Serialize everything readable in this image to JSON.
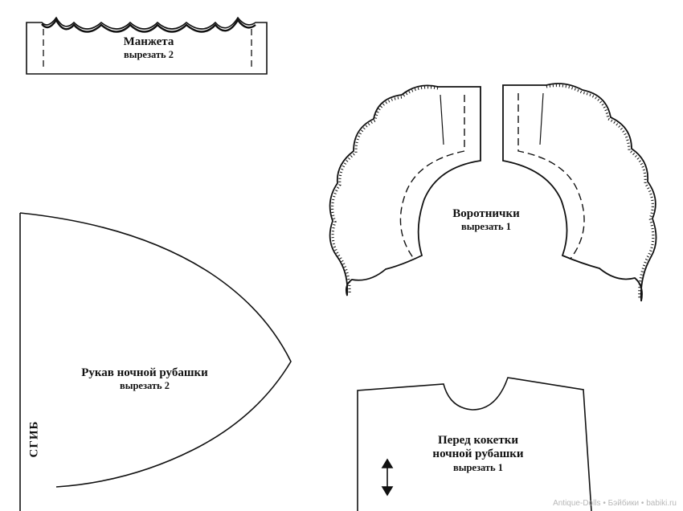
{
  "cuff": {
    "title": "Манжета",
    "cut": "вырезать 2"
  },
  "collar": {
    "title": "Воротнички",
    "cut": "вырезать 1"
  },
  "sleeve": {
    "title": "Рукав ночной рубашки",
    "cut": "вырезать 2"
  },
  "yoke": {
    "title_line1": "Перед кокетки",
    "title_line2": "ночной рубашки",
    "cut": "вырезать 1"
  },
  "fold": {
    "label": "СГИБ"
  },
  "watermark": {
    "text": "Antique-Dolls • Бэйбики • babiki.ru"
  },
  "icons": {
    "grainline": "double-arrow-vertical"
  }
}
